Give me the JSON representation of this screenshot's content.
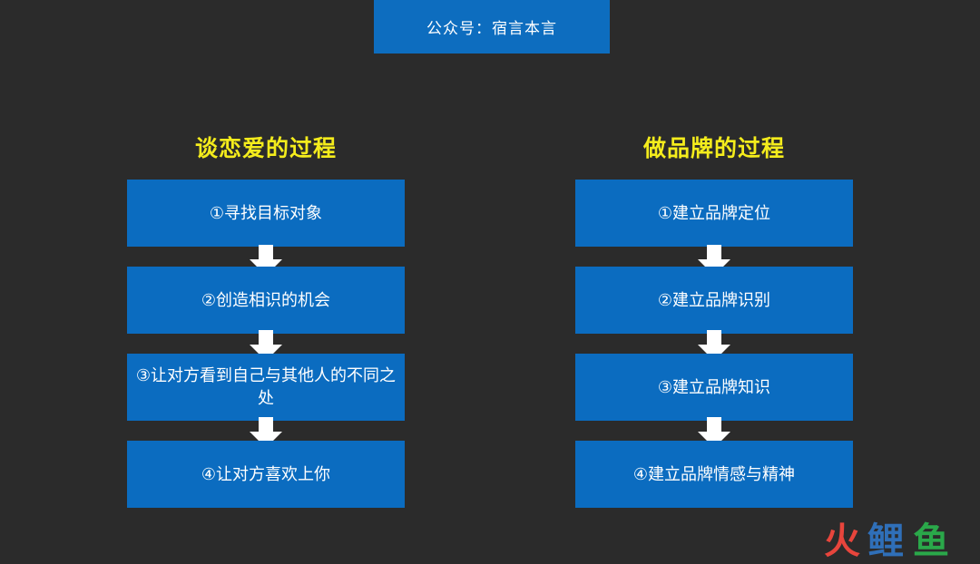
{
  "header": {
    "label": "公众号：宿言本言"
  },
  "left": {
    "title": "谈恋爱的过程",
    "steps": [
      "①寻找目标对象",
      "②创造相识的机会",
      "③让对方看到自己与其他人的不同之处",
      "④让对方喜欢上你"
    ]
  },
  "right": {
    "title": "做品牌的过程",
    "steps": [
      "①建立品牌定位",
      "②建立品牌识别",
      "③建立品牌知识",
      "④建立品牌情感与精神"
    ]
  },
  "watermark": {
    "text": "火鲤鱼"
  },
  "colors": {
    "background": "#2b2b2b",
    "box": "#0b6cc0",
    "title": "#f4ec1c",
    "arrow": "#ffffff",
    "watermark_red": "#e8453c",
    "watermark_blue": "#2f6fb8",
    "watermark_green": "#2aa84a"
  }
}
